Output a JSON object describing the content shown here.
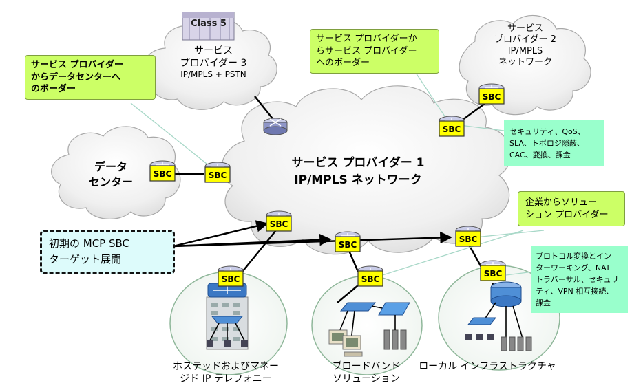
{
  "clouds": {
    "main": {
      "line1": "サービス プロバイダー 1",
      "line2": "IP/MPLS ネットワーク"
    },
    "sp3": {
      "badge": "Class 5",
      "line1": "サービス",
      "line2": "プロバイダー 3",
      "line3": "IP/MPLS + PSTN"
    },
    "sp2": {
      "line1": "サービス",
      "line2": "プロバイダー 2",
      "line3": "IP/MPLS",
      "line4": "ネットワーク"
    },
    "datacenter": {
      "line1": "データ",
      "line2": "センター"
    }
  },
  "callouts": {
    "sp_to_dc": {
      "line1": "サービス プロバイダー",
      "line2": "からデータセンターへ",
      "line3": "のボーダー"
    },
    "sp_to_sp": {
      "line1": "サービス プロバイダーか",
      "line2": "らサービス プロバイダー",
      "line3": "へのボーダー"
    },
    "ent_to_sp": {
      "line1": "企業からソリュー",
      "line2": "ション プロバイダー"
    },
    "security": {
      "line1": "セキュリティ、QoS、",
      "line2": "SLA、トポロジ隠蔽、",
      "line3": "CAC、変換、課金"
    },
    "protocol": {
      "line1": "プロトコル変換とイン",
      "line2": "ターワーキング、NAT",
      "line3": "トラバーサル、セキュリ",
      "line4": "ティ、VPN 相互接続、",
      "line5": "課金"
    },
    "mcp": {
      "line1": "初期の MCP SBC",
      "line2": "ターゲット展開"
    }
  },
  "sbc_label": "SBC",
  "bottom_labels": {
    "hosted": {
      "line1": "ホステッドおよびマネー",
      "line2": "ジド IP テレフォニー"
    },
    "broadband": {
      "line1": "ブロードバンド",
      "line2": "ソリューション"
    },
    "local": {
      "line1": "ローカル インフラストラクチャ"
    }
  },
  "colors": {
    "sbc_fill": "#ffff00",
    "callout_lime": "#ccff66",
    "callout_mint": "#99ffcc",
    "mcp_box": "#ddfbfb",
    "cloud_fill": "#eeeeee"
  }
}
